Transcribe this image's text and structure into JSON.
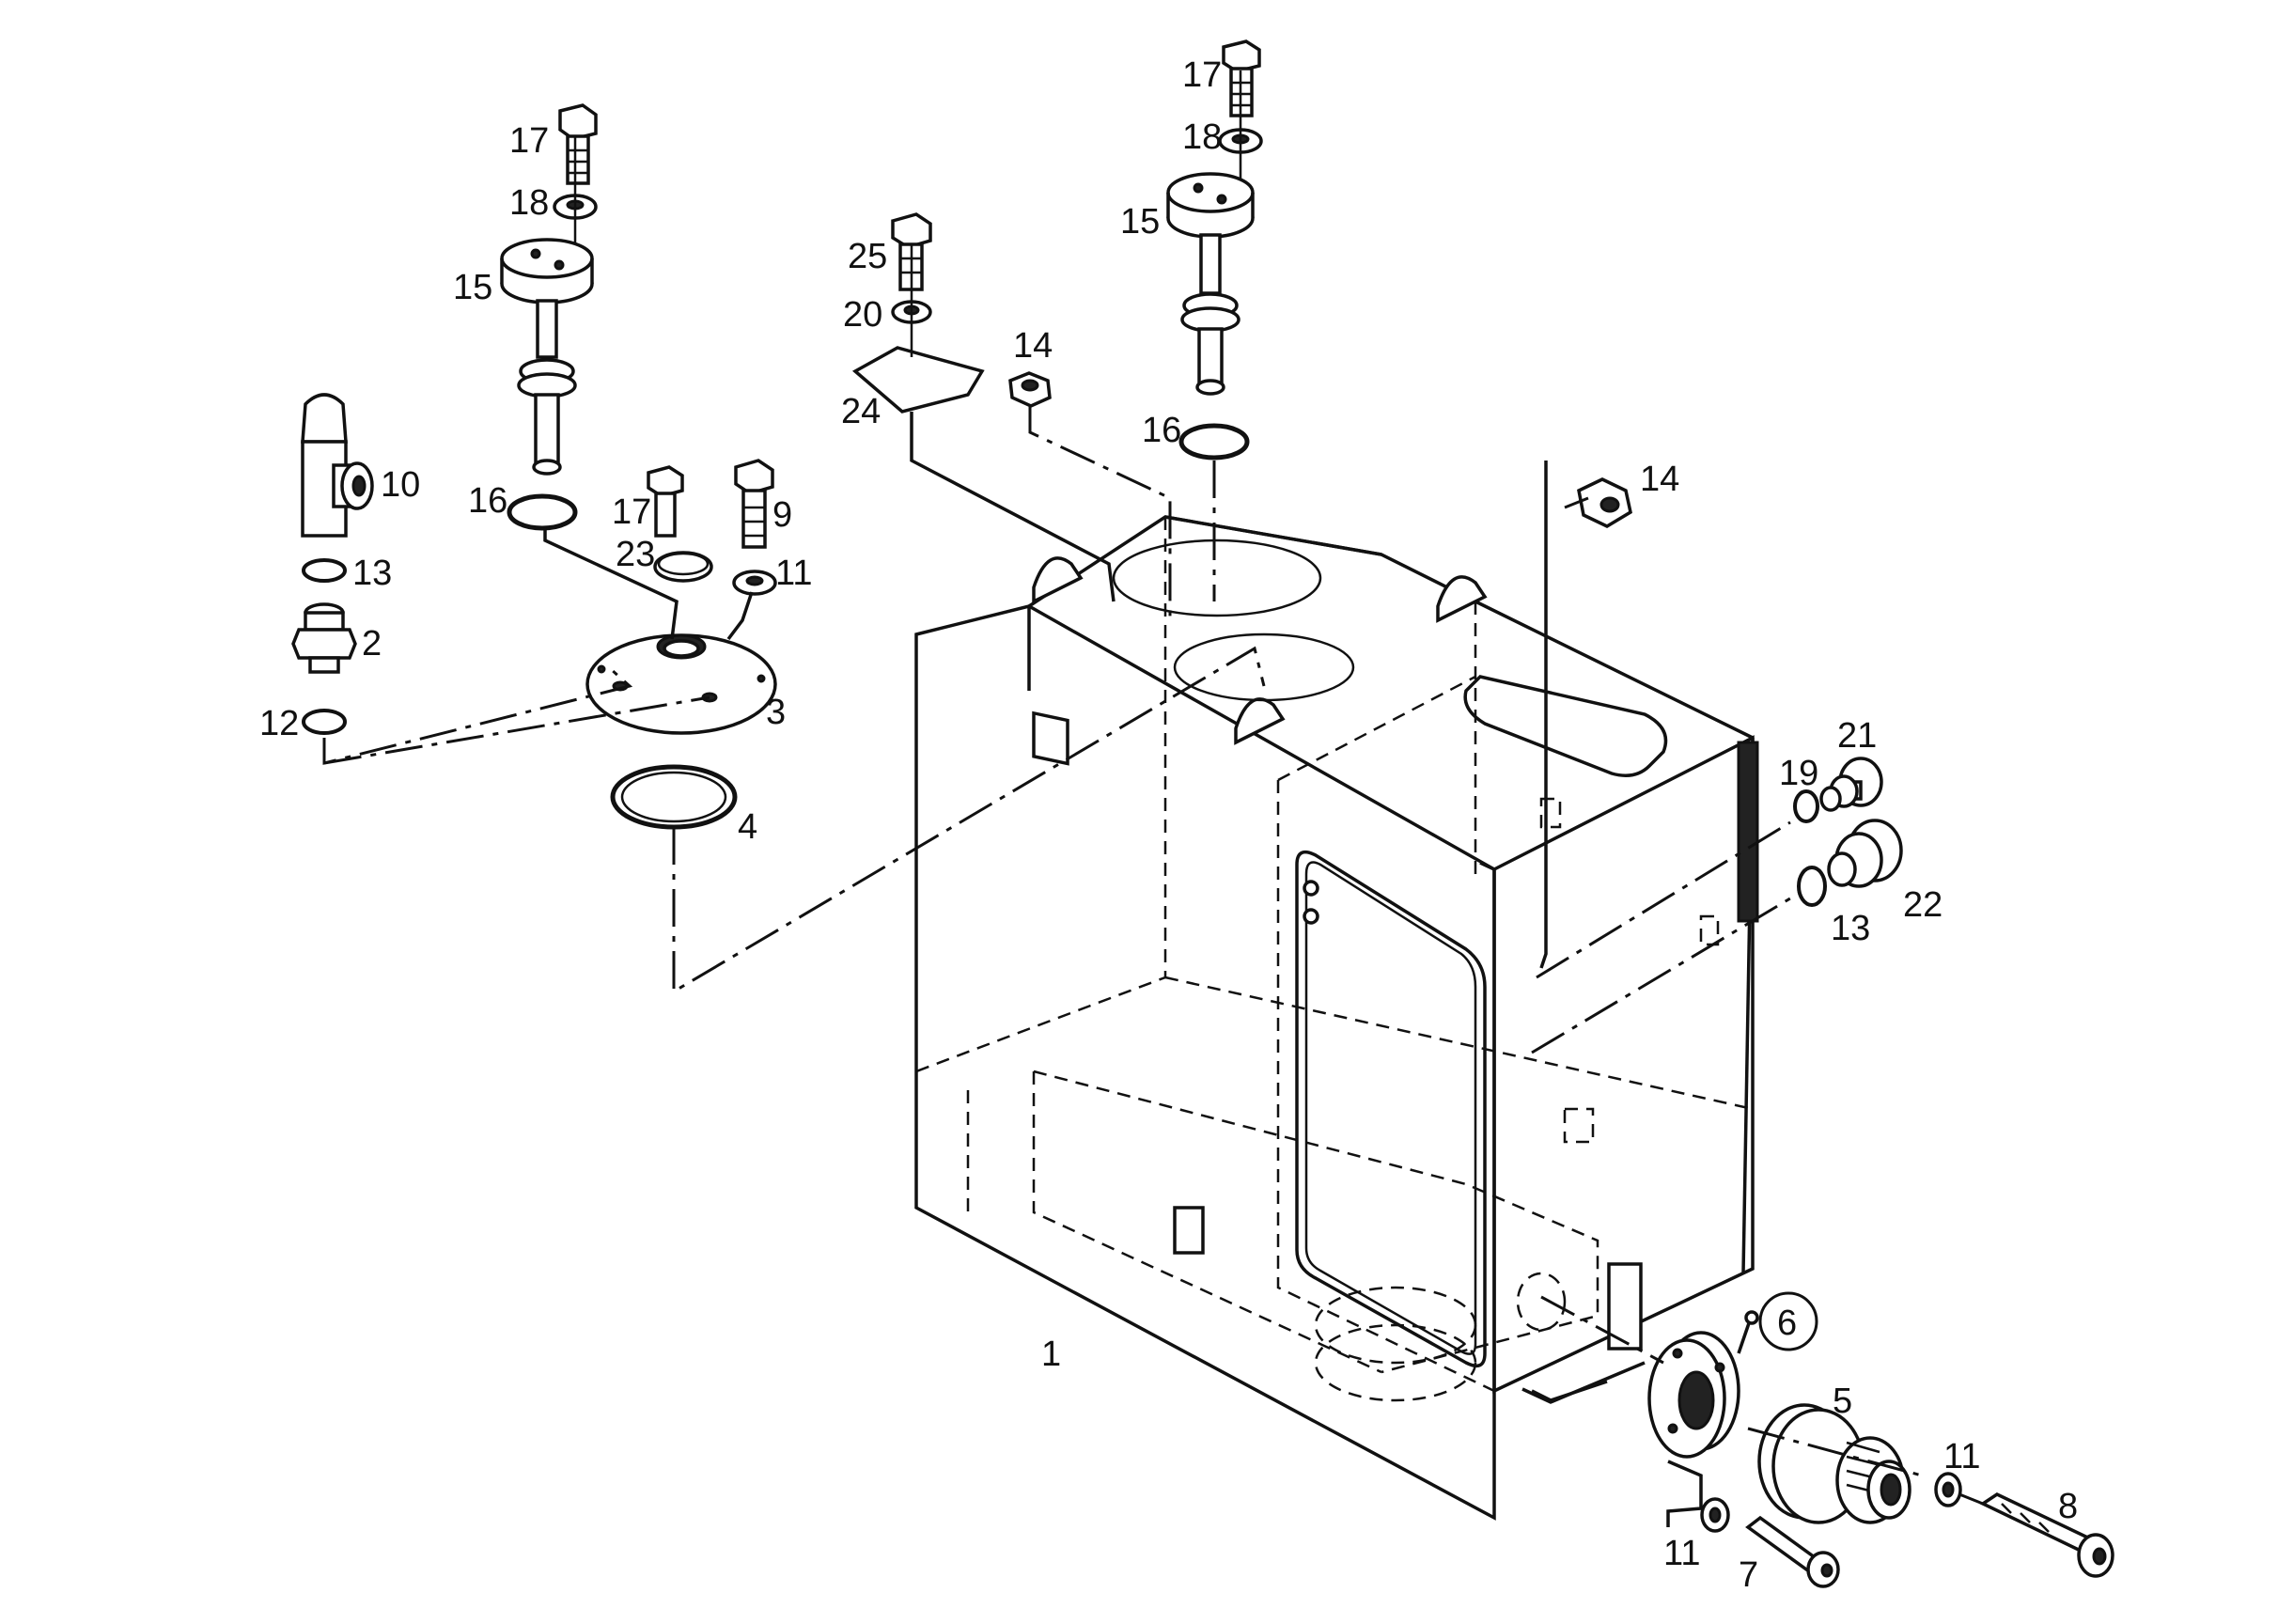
{
  "diagram": {
    "callouts": [
      {
        "id": "c1",
        "text": "1"
      },
      {
        "id": "c2",
        "text": "2"
      },
      {
        "id": "c3",
        "text": "3"
      },
      {
        "id": "c4",
        "text": "4"
      },
      {
        "id": "c5",
        "text": "5"
      },
      {
        "id": "c6",
        "text": "6"
      },
      {
        "id": "c7",
        "text": "7"
      },
      {
        "id": "c8",
        "text": "8"
      },
      {
        "id": "c9",
        "text": "9"
      },
      {
        "id": "c10",
        "text": "10"
      },
      {
        "id": "c11a",
        "text": "11"
      },
      {
        "id": "c11b",
        "text": "11"
      },
      {
        "id": "c11c",
        "text": "11"
      },
      {
        "id": "c12",
        "text": "12"
      },
      {
        "id": "c13a",
        "text": "13"
      },
      {
        "id": "c13b",
        "text": "13"
      },
      {
        "id": "c14a",
        "text": "14"
      },
      {
        "id": "c14b",
        "text": "14"
      },
      {
        "id": "c15a",
        "text": "15"
      },
      {
        "id": "c15b",
        "text": "15"
      },
      {
        "id": "c16a",
        "text": "16"
      },
      {
        "id": "c16b",
        "text": "16"
      },
      {
        "id": "c17a",
        "text": "17"
      },
      {
        "id": "c17b",
        "text": "17"
      },
      {
        "id": "c17c",
        "text": "17"
      },
      {
        "id": "c18a",
        "text": "18"
      },
      {
        "id": "c18b",
        "text": "18"
      },
      {
        "id": "c19",
        "text": "19"
      },
      {
        "id": "c20",
        "text": "20"
      },
      {
        "id": "c21",
        "text": "21"
      },
      {
        "id": "c22",
        "text": "22"
      },
      {
        "id": "c23",
        "text": "23"
      },
      {
        "id": "c24",
        "text": "24"
      },
      {
        "id": "c25",
        "text": "25"
      }
    ]
  }
}
